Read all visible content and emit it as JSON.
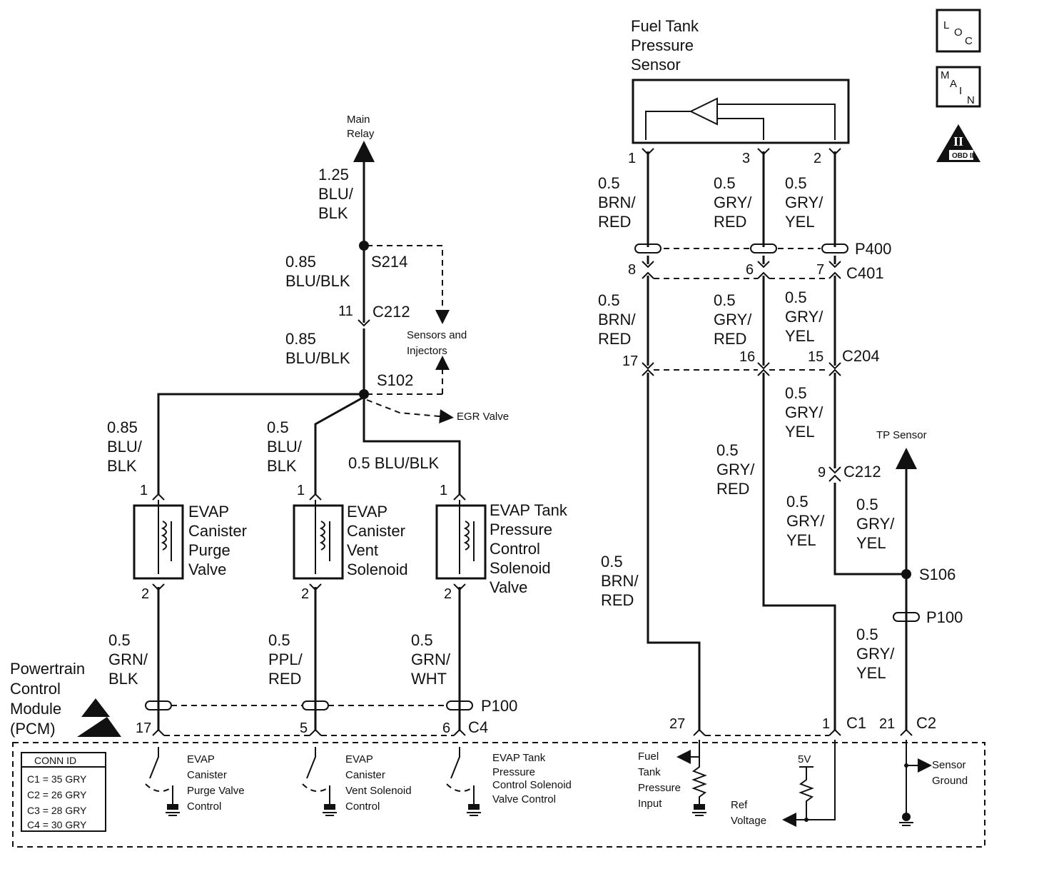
{
  "icons": {
    "loc": {
      "l1": "L",
      "l2": "O",
      "l3": "C"
    },
    "main": {
      "l1": "M",
      "l2": "A",
      "l3": "I",
      "l4": "N"
    },
    "obd": {
      "roman": "II",
      "text": "OBD II"
    }
  },
  "sensor": {
    "title1": "Fuel Tank",
    "title2": "Pressure",
    "title3": "Sensor",
    "pin1": "1",
    "pin3": "3",
    "pin2": "2"
  },
  "main_relay": {
    "l1": "Main",
    "l2": "Relay"
  },
  "wires": {
    "w125a": "1.25",
    "w125b": "BLU/",
    "w125c": "BLK",
    "w085a_1": "0.85",
    "w085a_2": "BLU/BLK",
    "w085b_1": "0.85",
    "w085b_2": "BLU/BLK",
    "wl1": "0.85",
    "wl2": "BLU/",
    "wl3": "BLK",
    "wm1": "0.5",
    "wm2": "BLU/",
    "wm3": "BLK",
    "wr": "0.5 BLU/BLK",
    "g1a": "0.5",
    "g1b": "GRN/",
    "g1c": "BLK",
    "g2a": "0.5",
    "g2b": "PPL/",
    "g2c": "RED",
    "g3a": "0.5",
    "g3b": "GRN/",
    "g3c": "WHT",
    "s1a": "0.5",
    "s1b": "BRN/",
    "s1c": "RED",
    "s3a": "0.5",
    "s3b": "GRY/",
    "s3c": "RED",
    "s2a": "0.5",
    "s2b": "GRY/",
    "s2c": "YEL",
    "t1a": "0.5",
    "t1b": "BRN/",
    "t1c": "RED",
    "t3a": "0.5",
    "t3b": "GRY/",
    "t3c": "RED",
    "t2a": "0.5",
    "t2b": "GRY/",
    "t2c": "YEL",
    "u2a": "0.5",
    "u2b": "GRY/",
    "u2c": "YEL",
    "v3a": "0.5",
    "v3b": "GRY/",
    "v3c": "RED",
    "v1a": "0.5",
    "v1b": "BRN/",
    "v1c": "RED",
    "x2a": "0.5",
    "x2b": "GRY/",
    "x2c": "YEL",
    "y1a": "0.5",
    "y1b": "GRY/",
    "y1c": "YEL",
    "z1a": "0.5",
    "z1b": "GRY/",
    "z1c": "YEL"
  },
  "splices": {
    "s214": "S214",
    "s102": "S102",
    "s106": "S106"
  },
  "connectors": {
    "c212a": "C212",
    "c212a_pin": "11",
    "p400": "P400",
    "c401": "C401",
    "c401_p1": "8",
    "c401_p2": "6",
    "c401_p3": "7",
    "c204": "C204",
    "c204_p1": "17",
    "c204_p2": "16",
    "c204_p3": "15",
    "c212b": "C212",
    "c212b_pin": "9",
    "p100a": "P100",
    "p100b": "P100",
    "c4": "C4",
    "c4_p1": "17",
    "c4_p2": "5",
    "c4_p3": "6",
    "c1": "C1",
    "c1_p1": "27",
    "c1_p2": "1",
    "c2": "C2",
    "c2_p1": "21"
  },
  "destinations": {
    "sensors1": "Sensors and",
    "sensors2": "Injectors",
    "egr": "EGR Valve",
    "tp": "TP Sensor"
  },
  "components": {
    "purge": {
      "pin1": "1",
      "pin2": "2",
      "l1": "EVAP",
      "l2": "Canister",
      "l3": "Purge",
      "l4": "Valve"
    },
    "vent": {
      "pin1": "1",
      "pin2": "2",
      "l1": "EVAP",
      "l2": "Canister",
      "l3": "Vent",
      "l4": "Solenoid"
    },
    "tank": {
      "pin1": "1",
      "pin2": "2",
      "l1": "EVAP Tank",
      "l2": "Pressure",
      "l3": "Control",
      "l4": "Solenoid",
      "l5": "Valve"
    }
  },
  "pcm": {
    "l1": "Powertrain",
    "l2": "Control",
    "l3": "Module",
    "l4": "(PCM)",
    "conn_title": "CONN ID",
    "conn": [
      "C1 = 35 GRY",
      "C2 = 26 GRY",
      "C3 = 28 GRY",
      "C4 = 30 GRY"
    ],
    "ctl1": {
      "l1": "EVAP",
      "l2": "Canister",
      "l3": "Purge Valve",
      "l4": "Control"
    },
    "ctl2": {
      "l1": "EVAP",
      "l2": "Canister",
      "l3": "Vent Solenoid",
      "l4": "Control"
    },
    "ctl3": {
      "l1": "EVAP Tank",
      "l2": "Pressure",
      "l3": "Control Solenoid",
      "l4": "Valve Control"
    },
    "fuel": {
      "l1": "Fuel",
      "l2": "Tank",
      "l3": "Pressure",
      "l4": "Input"
    },
    "ref": {
      "v": "5V",
      "l1": "Ref",
      "l2": "Voltage"
    },
    "gnd": {
      "l1": "Sensor",
      "l2": "Ground"
    }
  }
}
